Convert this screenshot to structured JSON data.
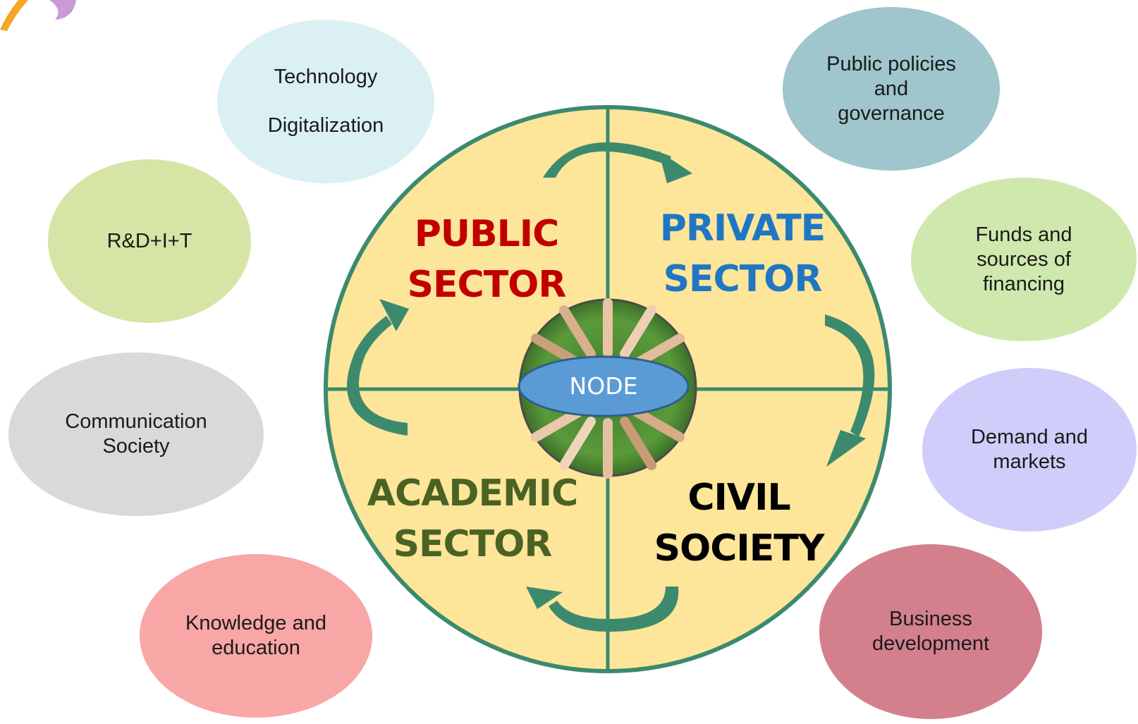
{
  "colors": {
    "wheel_fill": "#fde59a",
    "wheel_stroke": "#3c8a6e",
    "arrow": "#3c8a6e",
    "node_fill": "#5b9bd5",
    "public": "#c00000",
    "private": "#1f77c3",
    "academic": "#4a6325",
    "civil": "#000000"
  },
  "sectors": {
    "public": {
      "line1": "PUBLIC",
      "line2": "SECTOR"
    },
    "private": {
      "line1": "PRIVATE",
      "line2": "SECTOR"
    },
    "academic": {
      "line1": "ACADEMIC",
      "line2": "SECTOR"
    },
    "civil": {
      "line1": "CIVIL",
      "line2": "SOCIETY"
    }
  },
  "node": {
    "label": "NODE"
  },
  "factors": {
    "technology": {
      "line1": "Technology",
      "line2": "Digitalization",
      "color": "#dbf0f3"
    },
    "rdit": {
      "line1": "R&D+I+T",
      "color": "#d6e5a5"
    },
    "communication": {
      "line1": "Communication",
      "line2": "Society",
      "color": "#d9d9d9"
    },
    "knowledge": {
      "line1": "Knowledge and",
      "line2": "education",
      "color": "#f9a6a6"
    },
    "policies": {
      "line1": "Public policies",
      "line2": "and",
      "line3": "governance",
      "color": "#9ec6cc"
    },
    "funds": {
      "line1": "Funds and",
      "line2": "sources of",
      "line3": "financing",
      "color": "#cfe8ad"
    },
    "demand": {
      "line1": "Demand and",
      "line2": "markets",
      "color": "#cfcdfa"
    },
    "business": {
      "line1": "Business",
      "line2": "development",
      "color": "#d3808c"
    }
  }
}
